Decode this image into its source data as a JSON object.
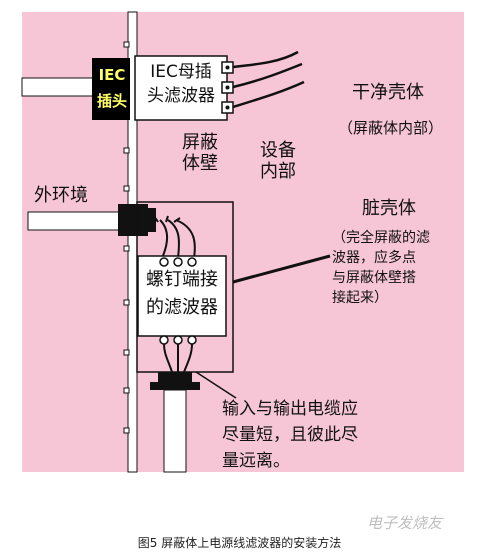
{
  "iec_plug_label": "IEC\n插头",
  "iec_filter_label": "IEC母插\n头滤波器",
  "clean_case": "干净壳体",
  "clean_case_note": "（屏蔽体内部）",
  "shield_wall": "屏蔽\n体壁",
  "device_inside": "设备\n内部",
  "outside_env": "外环境",
  "dirty_case": "脏壳体",
  "dirty_case_note": "（完全屏蔽的滤\n波器，应多点\n与屏蔽体壁搭\n接起来）",
  "screw_filter_label": "螺钉端接\n的滤波器",
  "cable_note": "输入与输出电缆应\n尽量短，且彼此尽\n量远离。",
  "caption": "图5 屏蔽体上电源线滤波器的安装方法",
  "watermark": "电子发烧友",
  "colors": {
    "background": "#f6c6d6",
    "plug": "#000000",
    "plug_text": "#ffff66",
    "line": "#111111"
  }
}
